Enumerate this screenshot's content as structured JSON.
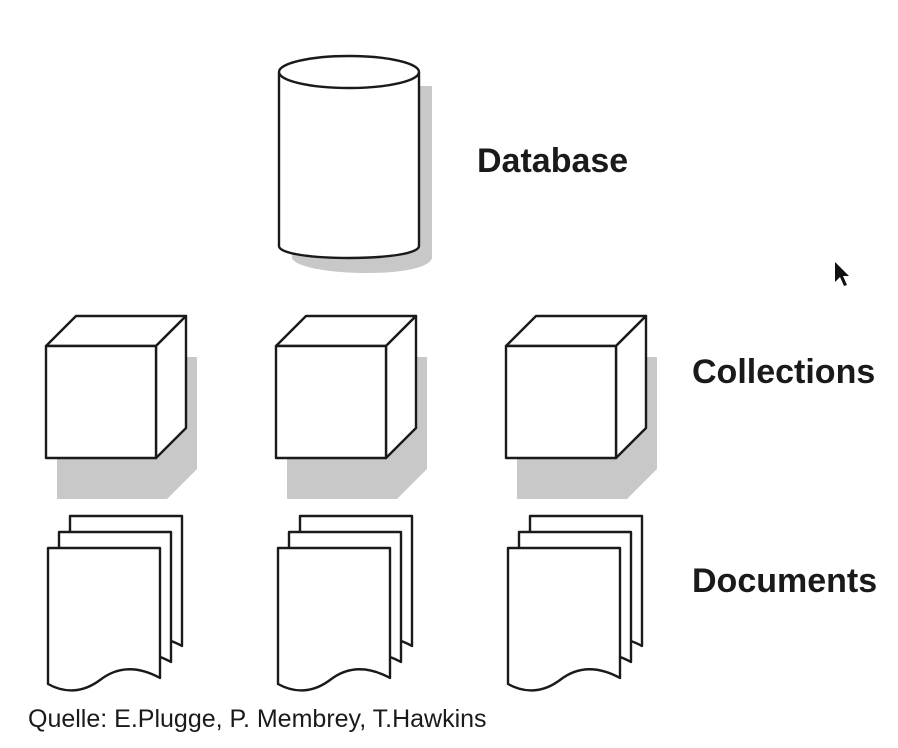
{
  "labels": {
    "database": "Database",
    "collections": "Collections",
    "documents": "Documents"
  },
  "source": "Quelle: E.Plugge, P. Membrey, T.Hawkins",
  "icons": {
    "database": "cylinder-icon",
    "collection": "cube-icon",
    "document": "document-stack-icon",
    "cursor": "mouse-pointer-icon"
  }
}
